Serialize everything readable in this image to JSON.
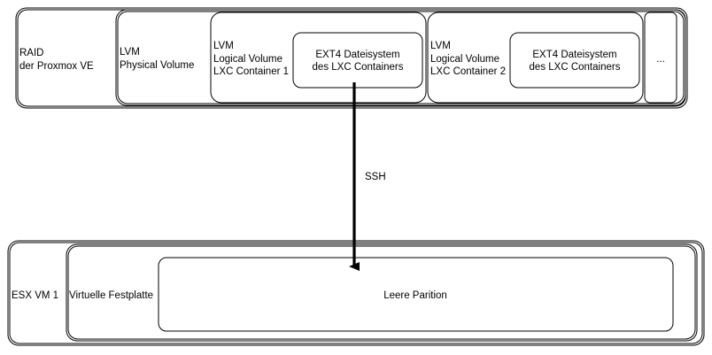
{
  "top": {
    "raid": {
      "line1": "RAID",
      "line2": "der Proxmox VE"
    },
    "physical_volume": {
      "line1": "LVM",
      "line2": "Physical Volume"
    },
    "container1": {
      "line1": "LVM",
      "line2": "Logical Volume",
      "line3": "LXC Container 1",
      "fs": {
        "line1": "EXT4 Dateisystem",
        "line2": "des LXC Containers"
      }
    },
    "container2": {
      "line1": "LVM",
      "line2": "Logical Volume",
      "line3": "LXC Container 2",
      "fs": {
        "line1": "EXT4 Dateisystem",
        "line2": "des LXC Containers"
      }
    },
    "more": "..."
  },
  "connection": {
    "label": "SSH"
  },
  "bottom": {
    "vm": "ESX VM 1",
    "disk": "Virtuelle Festplatte",
    "partition": "Leere Parition"
  },
  "colors": {
    "stroke": "#000000",
    "fill": "#ffffff"
  }
}
